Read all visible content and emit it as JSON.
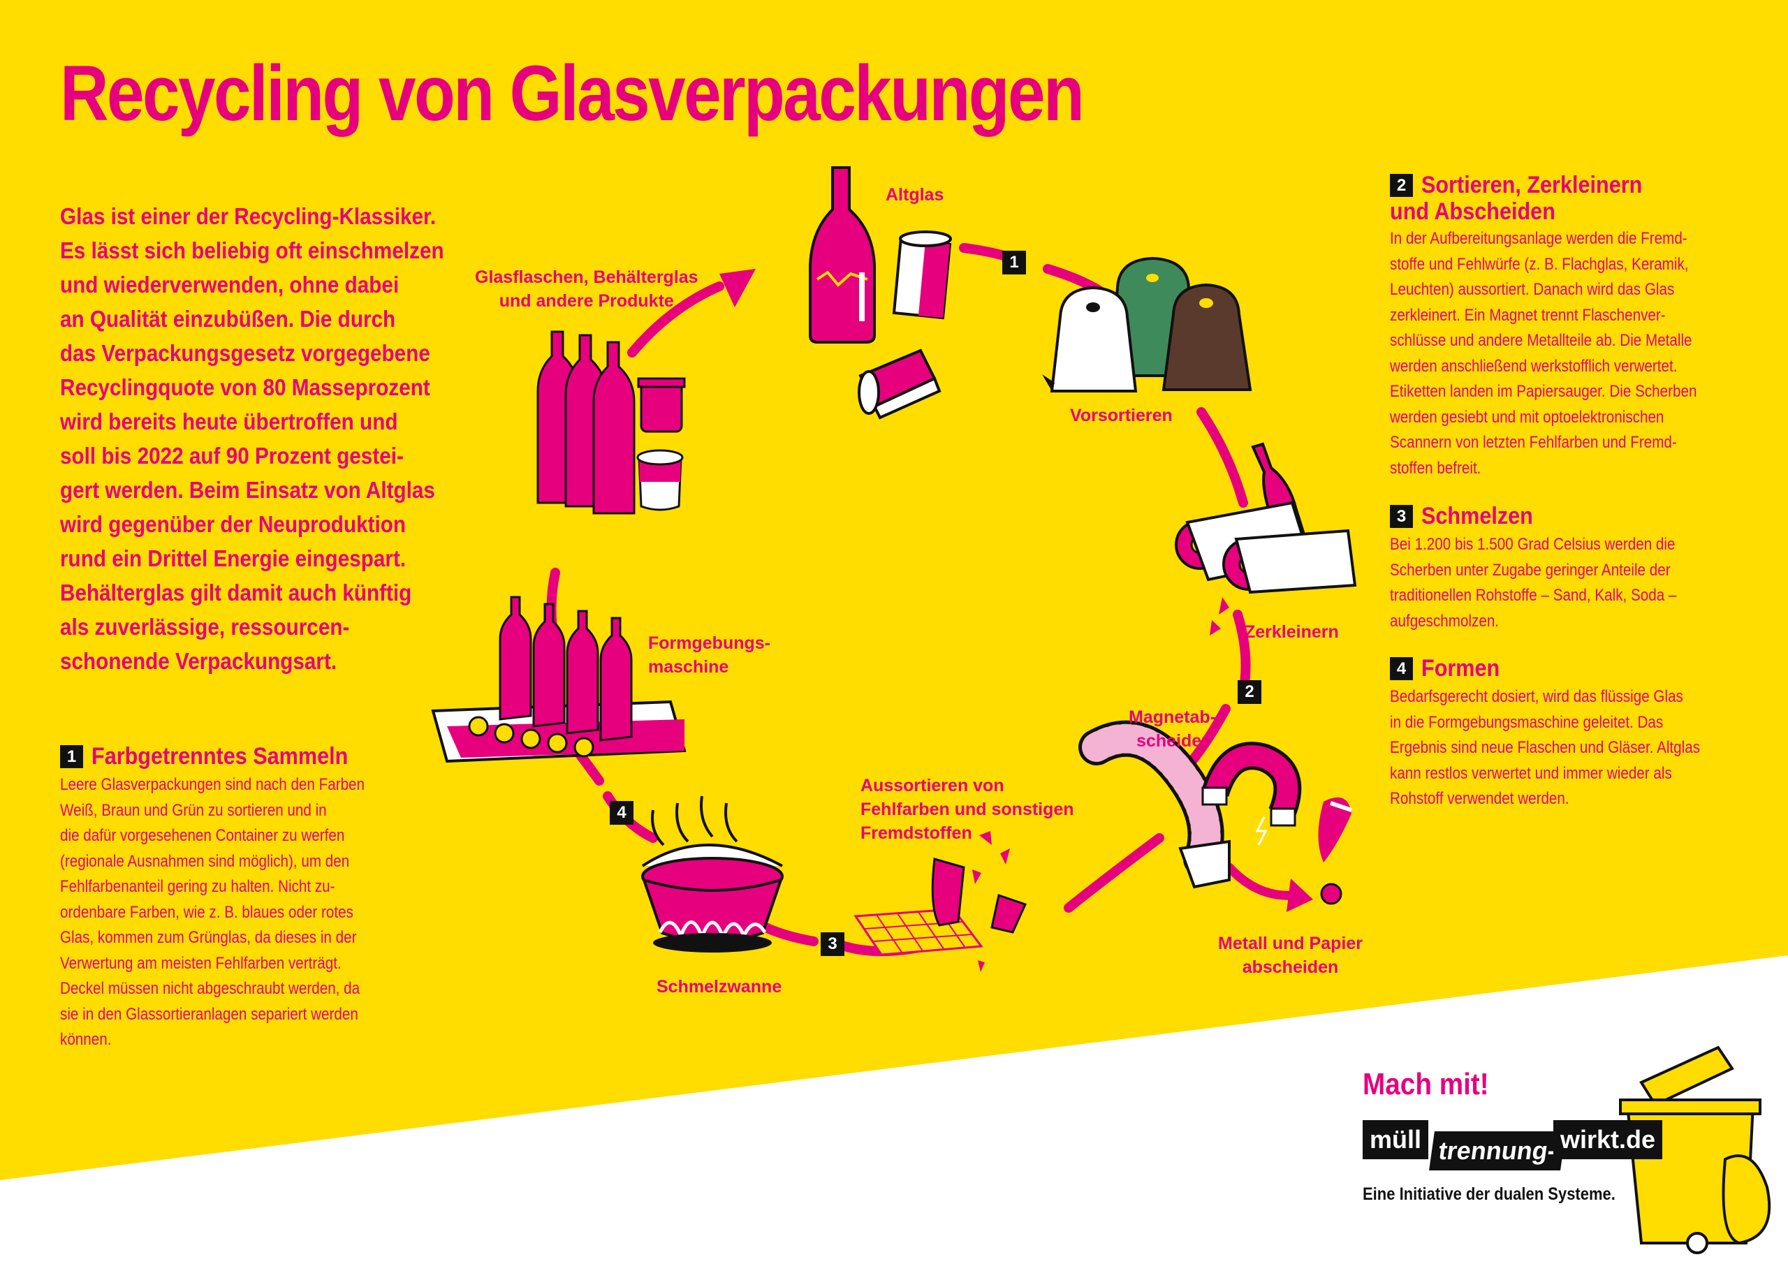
{
  "title": "Recycling von Glasverpackungen",
  "intro": [
    "Glas ist einer der Recycling-Klassiker.",
    "Es lässt sich beliebig oft einschmelzen",
    "und wiederverwenden, ohne dabei",
    "an Qualität einzubüßen. Die durch",
    "das Verpackungsgesetz vorgegebene",
    "Recyclingquote von 80 Masseprozent",
    "wird bereits heute übertroffen und",
    "soll bis 2022 auf 90 Prozent gestei-",
    "gert werden. Beim Einsatz von Altglas",
    "wird gegenüber der Neuproduktion",
    "rund ein Drittel Energie eingespart.",
    "Behälterglas gilt damit auch künftig",
    "als zuverlässige, ressourcen-",
    "schonende Verpackungsart."
  ],
  "sections": [
    {
      "number": "1",
      "title": "Farbgetrenntes Sammeln",
      "lines": [
        "Leere Glasverpackungen sind nach den Farben",
        "Weiß, Braun und Grün zu sortieren und in",
        "die dafür vorgesehenen Container zu werfen",
        "(regionale Ausnahmen sind möglich), um den",
        "Fehlfarbenanteil gering zu halten. Nicht zu-",
        "ordenbare Farben, wie z. B. blaues oder rotes",
        "Glas, kommen zum Grünglas, da dieses in der",
        "Verwertung am meisten Fehlfarben verträgt.",
        "Deckel müssen nicht abgeschraubt werden, da",
        "sie in den Glassortieranlagen separiert werden",
        "können."
      ]
    },
    {
      "number": "2",
      "title_lines": [
        "Sortieren, Zerkleinern",
        "und Abscheiden"
      ],
      "lines": [
        "In der Aufbereitungsanlage werden die Fremd-",
        "stoffe und Fehlwürfe (z. B. Flachglas, Keramik,",
        "Leuchten) aussortiert. Danach wird das Glas",
        "zerkleinert. Ein Magnet trennt Flaschenver-",
        "schlüsse und andere Metallteile ab. Die Metalle",
        "werden anschließend werkstofflich verwertet.",
        "Etiketten landen im Papiersauger. Die Scherben",
        "werden gesiebt und mit optoelektronischen",
        "Scannern von letzten Fehlfarben und Fremd-",
        "stoffen befreit."
      ]
    },
    {
      "number": "3",
      "title": "Schmelzen",
      "lines": [
        "Bei 1.200 bis 1.500 Grad Celsius werden die",
        "Scherben unter Zugabe geringer Anteile der",
        "traditionellen Rohstoffe – Sand, Kalk, Soda –",
        "aufgeschmolzen."
      ]
    },
    {
      "number": "4",
      "title": "Formen",
      "lines": [
        "Bedarfsgerecht dosiert, wird das flüssige Glas",
        "in die Formgebungsmaschine geleitet. Das",
        "Ergebnis sind neue Flaschen und Gläser. Altglas",
        "kann restlos verwertet und immer wieder als",
        "Rohstoff verwendet werden."
      ]
    }
  ],
  "diagram": {
    "labels": {
      "altglas": "Altglas",
      "products": [
        "Glasflaschen, Behälterglas",
        "und andere Produkte"
      ],
      "vorsortieren": "Vorsortieren",
      "zerkleinern": "Zerkleinern",
      "magnet": [
        "Magnetab-",
        "scheider"
      ],
      "metall": [
        "Metall und Papier",
        "abscheiden"
      ],
      "aussortieren": [
        "Aussortieren von",
        "Fehlfarben und sonstigen",
        "Fremdstoffen"
      ],
      "schmelzwanne": "Schmelzwanne",
      "formgebung": [
        "Formgebungs-",
        "maschine"
      ]
    },
    "step_numbers": [
      "1",
      "2",
      "3",
      "4"
    ]
  },
  "footer": {
    "cta": "Mach mit!",
    "logo": [
      "müll",
      "trennung-",
      "wirkt.de"
    ],
    "tagline": "Eine Initiative der dualen Systeme."
  },
  "colors": {
    "yellow": "#ffdd00",
    "magenta": "#e6007e",
    "green": "#3f8a5a",
    "brown": "#5b3a2e",
    "white_bin": "#ffffff",
    "black": "#111111"
  }
}
